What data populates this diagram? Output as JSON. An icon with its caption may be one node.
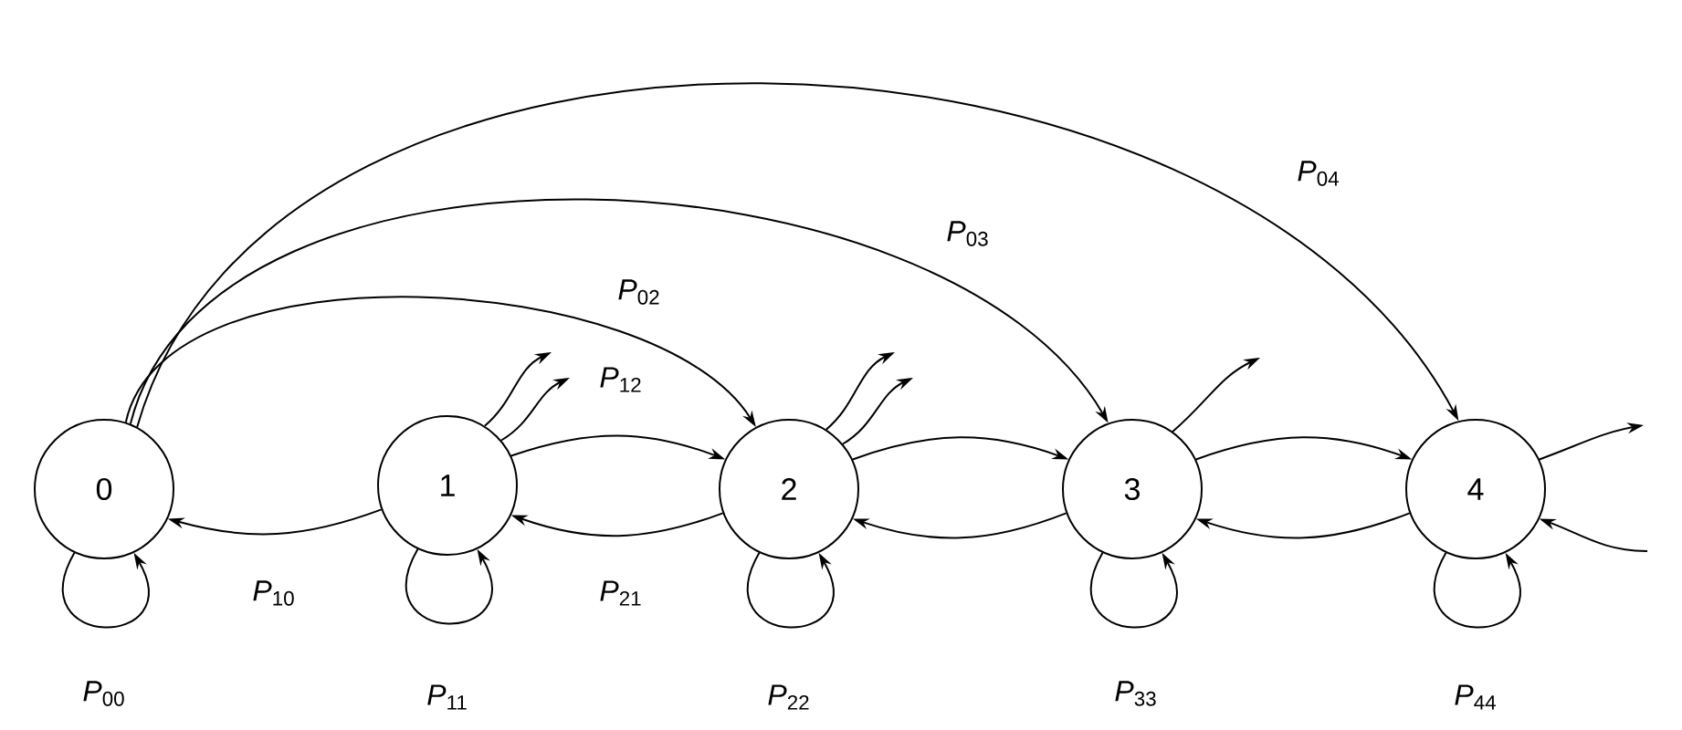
{
  "diagram": {
    "nodes": [
      {
        "text": [
          "0"
        ]
      },
      {
        "text": [
          "1"
        ]
      },
      {
        "text": [
          "2"
        ]
      },
      {
        "text": [
          "3"
        ]
      },
      {
        "text": [
          "4"
        ]
      }
    ],
    "edges": [
      {
        "from": 0,
        "to": 0,
        "arrow": "to",
        "label": "*P*$_{00}$"
      },
      {
        "from": 1,
        "to": 1,
        "arrow": "to",
        "label": "*P*$_{11}$"
      },
      {
        "from": 2,
        "to": 2,
        "arrow": "to",
        "label": "*P*$_{22}$"
      },
      {
        "from": 3,
        "to": 3,
        "arrow": "to",
        "label": "*P*$_{33}$"
      },
      {
        "from": 4,
        "to": 4,
        "arrow": "to",
        "label": "*P*$_{44}$"
      },
      {
        "from": 1,
        "to": 0,
        "arrow": "to",
        "label": "*P*$_{10}$"
      },
      {
        "from": 2,
        "to": 1,
        "arrow": "to",
        "label": "*P*$_{21}$"
      },
      {
        "from": 3,
        "to": 2,
        "arrow": "to"
      },
      {
        "from": 4,
        "to": 3,
        "arrow": "to"
      },
      {
        "from": 1,
        "to": 2,
        "arrow": "to",
        "label": "*P*$_{12}$"
      },
      {
        "from": 2,
        "to": 3,
        "arrow": "to"
      },
      {
        "from": 3,
        "to": 4,
        "arrow": "to"
      },
      {
        "from": 0,
        "to": 2,
        "arrow": "to",
        "label": "*P*$_{02}$"
      },
      {
        "from": 0,
        "to": 3,
        "arrow": "to",
        "label": "*P*$_{03}$"
      },
      {
        "from": 0,
        "to": 4,
        "arrow": "to",
        "label": "*P*$_{04}$"
      },
      {
        "from": 1,
        "to": null,
        "arrow": "to"
      },
      {
        "from": 1,
        "to": null,
        "arrow": "to"
      },
      {
        "from": 2,
        "to": null,
        "arrow": "to"
      },
      {
        "from": 2,
        "to": null,
        "arrow": "to"
      },
      {
        "from": 3,
        "to": null,
        "arrow": "to"
      },
      {
        "from": 4,
        "to": null,
        "arrow": "to"
      },
      {
        "from": null,
        "to": 4,
        "arrow": "to"
      }
    ]
  }
}
